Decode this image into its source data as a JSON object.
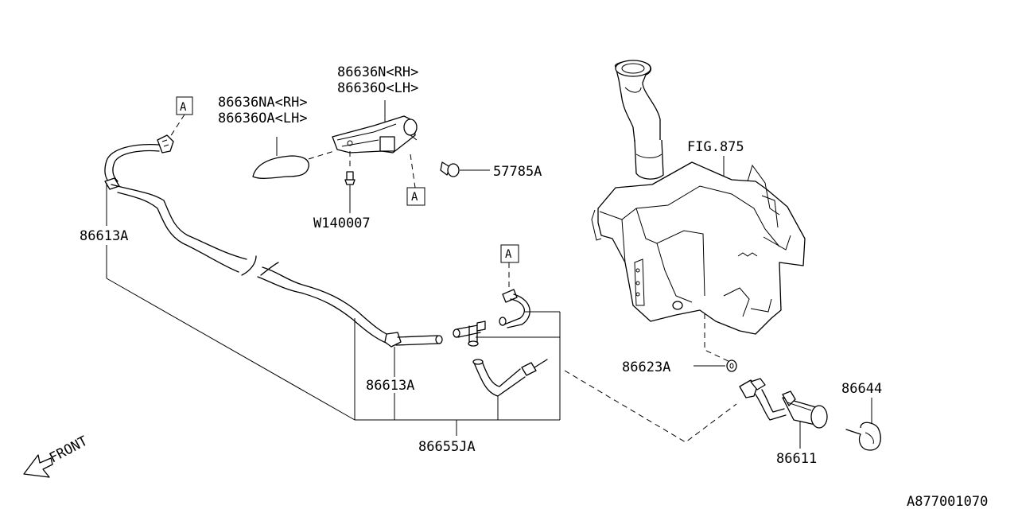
{
  "labels": {
    "washer_nozzle_rh": "86636N<RH>",
    "washer_nozzle_lh": "86636O<LH>",
    "nozzle_cover_rh": "86636NA<RH>",
    "nozzle_cover_lh": "86636OA<LH>",
    "tank_figure_ref": "FIG.875",
    "bolt": "57785A",
    "clip": "W140007",
    "hose_upper": "86613A",
    "hose_lower": "86613A",
    "grommet": "86623A",
    "bracket": "86644",
    "washer_pump": "86611",
    "hose_assembly": "86655JA",
    "front_arrow": "FRONT",
    "diagram_id": "A877001070"
  },
  "ref_markers": [
    "A",
    "A",
    "A"
  ]
}
